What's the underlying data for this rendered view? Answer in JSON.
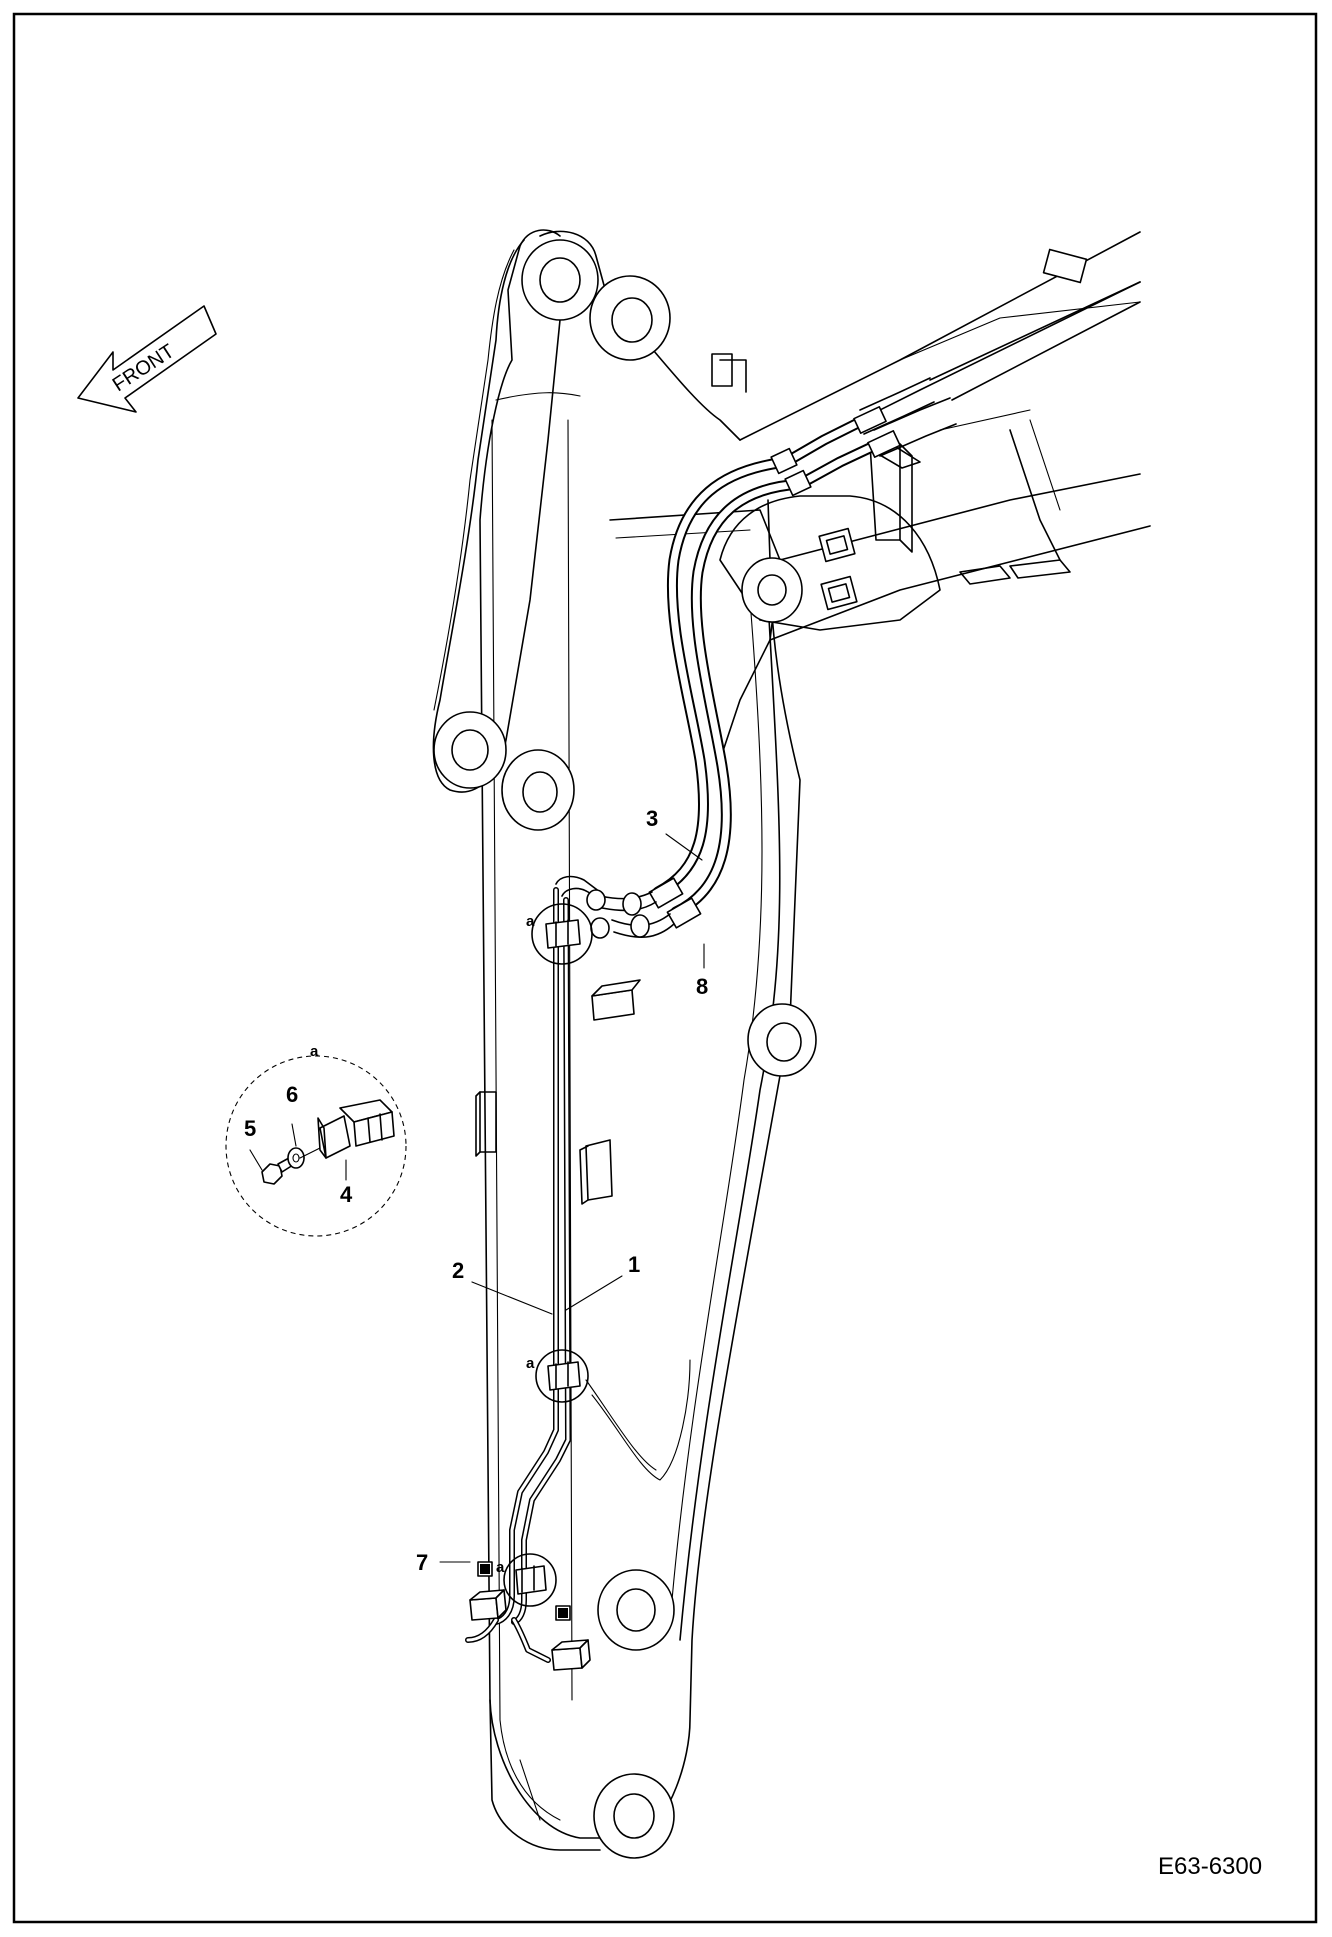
{
  "orientation": {
    "label": "FRONT",
    "icon": "front-arrow-icon"
  },
  "callouts": {
    "c1": "1",
    "c2": "2",
    "c3": "3",
    "c4": "4",
    "c5": "5",
    "c6": "6",
    "c7": "7",
    "c8": "8"
  },
  "detail": {
    "tag": "a",
    "markers": [
      "a",
      "a",
      "a"
    ]
  },
  "drawing_id": "E63-6300"
}
